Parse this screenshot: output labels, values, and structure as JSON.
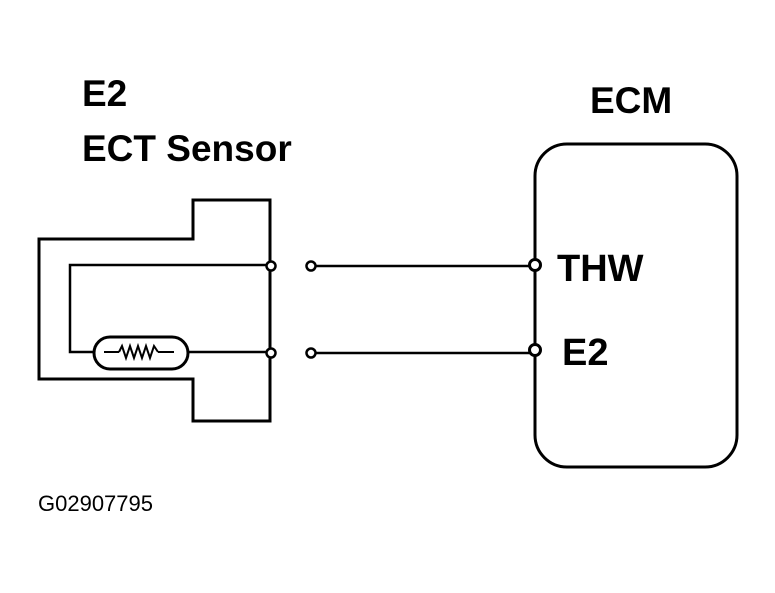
{
  "sensor": {
    "connector_label": "E2",
    "name": "ECT Sensor"
  },
  "ecm": {
    "title": "ECM",
    "pins": [
      "THW",
      "E2"
    ]
  },
  "figure_code": "G02907795"
}
